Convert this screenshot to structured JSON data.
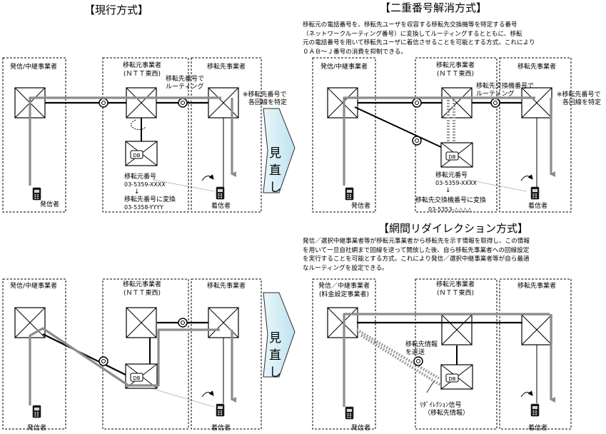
{
  "titles": {
    "current": "【現行方式】",
    "double": "【二重番号解消方式】",
    "redirect": "【網間リダイレクション方式】"
  },
  "descriptions": {
    "double": [
      "移転元の電話番号を、移転先ユーザを収容する移転先交換機等を特定する番号",
      "（ネットワークルーティング番号）に変換してルーティングするとともに、移転",
      "元の電話番号を用いて移転先ユーザに着信させることを可能とする方式。これにより",
      "０ＡＢ～Ｊ番号の消費を抑制できる。"
    ],
    "redirect": [
      "発信／選択中継事業者等が移転元事業者から移転先を示す情報を取得し、この情報",
      "を用いて一旦自社網まで回線を逆って開放した後、自ら移転先事業者への回線設定",
      "を実行することを可能とする方式。これにより発信／選択中継事業者等が自ら最適",
      "なルーティングを設定できる。"
    ]
  },
  "carriers": {
    "origin_relay": "発信/中継事業者",
    "origin_relay_billing": "発信／中継事業者",
    "billing_sub": "(料金設定事業者)",
    "source": "移転元事業者",
    "ntt": "(ＮＴＴ東西)",
    "dest": "移転先事業者"
  },
  "terms": {
    "caller": "発信者",
    "callee": "着信者",
    "db": "DB",
    "review_1": "見",
    "review_2": "直",
    "review_3": "し"
  },
  "annotations": {
    "routing_by_dest_1": "移転先番号で",
    "routing_by_dest_2": "ルーティング",
    "identify_line_1": "※移転先番号で",
    "identify_line_2": "各回線を特定",
    "src_number_label": "移転元番号",
    "src_number": "03-5359-XXXX",
    "arrow": "↓",
    "convert_to_dest": "移転先番号に変換",
    "dest_number": "03-5358-YYYY",
    "routing_by_switch_1": "移転先交換機番号で",
    "routing_by_switch_2": "ルーティング",
    "src_number_label_b": "移転元番号",
    "src_number_b": "03-5359-XXXX",
    "arrow_b": "↓",
    "convert_to_switch": "移転先交換機番号に変換",
    "switch_number": "03-5353-△△△△",
    "send_dest_info_1": "移転先情報",
    "send_dest_info_2": "を返送",
    "redirect_signal_1": "ﾘﾀﾞｲﾚｸｼｮﾝ信号",
    "redirect_signal_2": "（移転先情報）"
  }
}
